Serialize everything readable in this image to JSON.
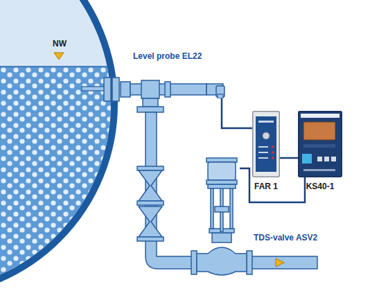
{
  "diagram": {
    "nodes": [
      {
        "text": [
          "Level probe EL22"
        ]
      },
      {
        "text": [
          "FAR 1"
        ]
      },
      {
        "text": [
          "KS40-1"
        ]
      },
      {
        "text": [
          "TDS-valve ASV2"
        ]
      }
    ],
    "edges": [
      {
        "from": 0,
        "to": 1,
        "arrow": "none"
      },
      {
        "from": 1,
        "to": 2,
        "arrow": "none"
      },
      {
        "from": 2,
        "to": 3,
        "arrow": "none"
      }
    ],
    "labels": [
      "NW"
    ]
  }
}
